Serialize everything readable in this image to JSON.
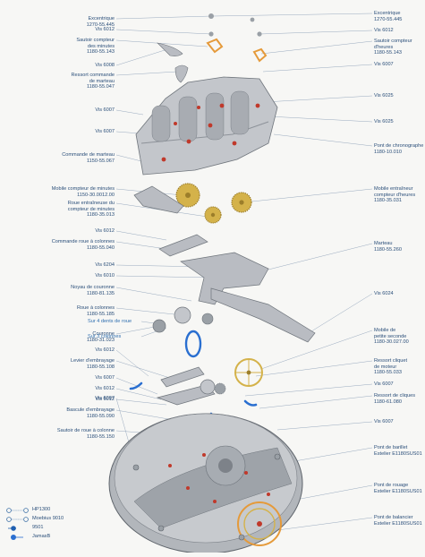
{
  "labels_left": [
    {
      "id": "excentrique-left",
      "text": "Excentrique\n1270-55.445"
    },
    {
      "id": "vis-6012-a",
      "text": "Vis 6012"
    },
    {
      "id": "sautoir-minutes",
      "text": "Sautoir compteur\ndes minutes\n1180-55.143"
    },
    {
      "id": "vis-6008",
      "text": "Vis 6008"
    },
    {
      "id": "ressort-commande",
      "text": "Ressort commande\nde marteau\n1180-55.047"
    },
    {
      "id": "vis-6007-a",
      "text": "Vis 6007"
    },
    {
      "id": "vis-6007-b",
      "text": "Vis 6007"
    },
    {
      "id": "commande-marteau",
      "text": "Commande de marteau\n1150-55.067"
    },
    {
      "id": "mobile-minutes",
      "text": "Mobile compteur de minutes\n1150-30.0012.00"
    },
    {
      "id": "roue-entraineuse",
      "text": "Roue entraîneuse du\ncompteur de minutes\n1180-35.013"
    },
    {
      "id": "vis-6012-b",
      "text": "Vis 6012"
    },
    {
      "id": "commande-roue",
      "text": "Commande roue à colonnes\n1180-55.040"
    },
    {
      "id": "vis-6204",
      "text": "Vis 6204"
    },
    {
      "id": "vis-6010",
      "text": "Vis 6010"
    },
    {
      "id": "noyau-couronne",
      "text": "Noyau de couronne\n1180-81.135"
    },
    {
      "id": "roue-colonnes",
      "text": "Roue à colonnes\n1180-55.185"
    },
    {
      "id": "couronne",
      "text": "Couronne\n1180-31.023"
    },
    {
      "id": "vis-6012-c",
      "text": "Vis 6012"
    },
    {
      "id": "levier-embrayage",
      "text": "Levier d'embrayage\n1180-55.108"
    },
    {
      "id": "vis-6007-c",
      "text": "Vis 6007"
    },
    {
      "id": "vis-6012-d",
      "text": "Vis 6012"
    },
    {
      "id": "vis-6012-e",
      "text": "Vis 6012"
    },
    {
      "id": "bascule-embrayage",
      "text": "Bascule d'embrayage\n1180-55.090"
    },
    {
      "id": "sautoir-roue",
      "text": "Sautoir de roue à colonne\n1180-55.150"
    },
    {
      "id": "vis-6007-d",
      "text": "Vis 6007"
    }
  ],
  "labels_right": [
    {
      "id": "excentrique-right",
      "text": "Excentrique\n1270-55.445"
    },
    {
      "id": "vis-6012-r",
      "text": "Vis 6012"
    },
    {
      "id": "sautoir-heures",
      "text": "Sautoir compteur\nd'heures\n1180-55.143"
    },
    {
      "id": "vis-6007-r1",
      "text": "Vis 6007"
    },
    {
      "id": "vis-6025-a",
      "text": "Vis 6025"
    },
    {
      "id": "vis-6025-b",
      "text": "Vis 6025"
    },
    {
      "id": "pont-chronographe",
      "text": "Pont de chronographe\n1180-10.010"
    },
    {
      "id": "mobile-heures",
      "text": "Mobile entraîneur\ncompteur d'heures\n1180-35.031"
    },
    {
      "id": "marteau",
      "text": "Marteau\n1180-55.260"
    },
    {
      "id": "vis-6024",
      "text": "Vis 6024"
    },
    {
      "id": "mobile-seconde",
      "text": "Mobile de\npetite seconde\n1180-30.027.00"
    },
    {
      "id": "ressort-cliquet",
      "text": "Ressort cliquet\nde moteur\n1180-55.033"
    },
    {
      "id": "vis-6007-r2",
      "text": "Vis 6007"
    },
    {
      "id": "ressort-cliques",
      "text": "Ressort de cliques\n1180-61.080"
    },
    {
      "id": "vis-6007-r3",
      "text": "Vis 6007"
    },
    {
      "id": "pont-barillet",
      "text": "Pont de barillet\nEstelier E1180SUS01"
    },
    {
      "id": "pont-rouage",
      "text": "Pont de rouage\nEstelier E1180SUS01"
    },
    {
      "id": "pont-balancier",
      "text": "Pont de balancier\nEstelier E1180SUS01"
    }
  ],
  "labels_inline": [
    {
      "id": "sur-4-dents",
      "text": "Sur 4 dents de roue"
    },
    {
      "id": "sur-3-colonnes",
      "text": "Sur 3 colonnes"
    }
  ],
  "legend": [
    {
      "id": "legend-hp1300",
      "symbol": "oil-drop-outline",
      "text": "HP1300",
      "color": "#3a6ea5"
    },
    {
      "id": "legend-moebius",
      "symbol": "oil-drop-outline",
      "text": "Moebius 9010",
      "color": "#3a6ea5"
    },
    {
      "id": "legend-9501",
      "symbol": "grease-dot",
      "text": "9501",
      "color": "#1f5fb0"
    },
    {
      "id": "legend-jamass",
      "symbol": "drop-blue",
      "text": "JamasB",
      "color": "#2a6fd0"
    }
  ],
  "colors": {
    "label_text": "#2b4f7a",
    "leader_line": "#8da0b8",
    "metal": "#b9bcc2",
    "metal_dark": "#7d8289",
    "gold": "#d4b24a",
    "ruby": "#c0392b",
    "oil_blue": "#2a6fd0",
    "orange_part": "#e59a3a"
  }
}
